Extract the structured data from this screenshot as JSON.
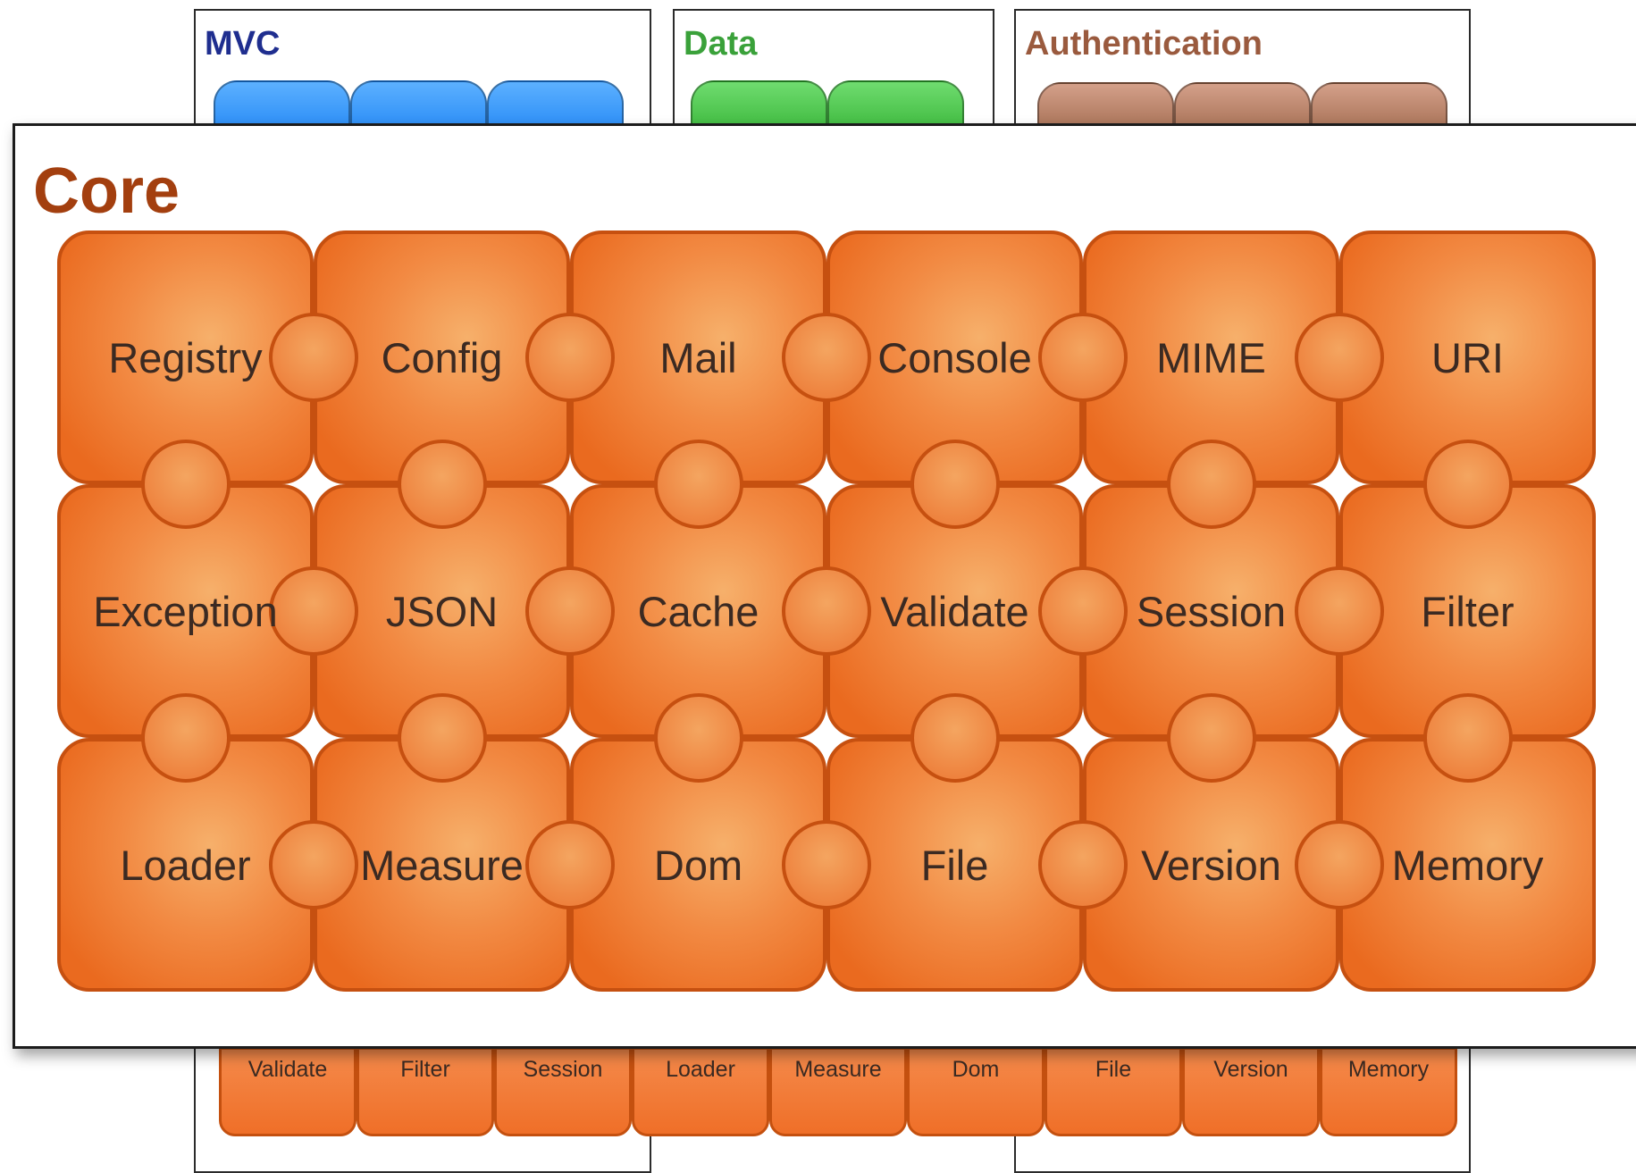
{
  "panels": {
    "mvc": {
      "title": "MVC",
      "color": "#1f2e8f"
    },
    "data": {
      "title": "Data",
      "color": "#3aa13a"
    },
    "authentication": {
      "title": "Authentication",
      "color": "#9a5a3e"
    }
  },
  "core": {
    "title": "Core",
    "rows": [
      [
        "Registry",
        "Config",
        "Mail",
        "Console",
        "MIME",
        "URI"
      ],
      [
        "Exception",
        "JSON",
        "Cache",
        "Validate",
        "Session",
        "Filter"
      ],
      [
        "Loader",
        "Measure",
        "Dom",
        "File",
        "Version",
        "Memory"
      ]
    ]
  },
  "background_core_strip": [
    "Validate",
    "Filter",
    "Session",
    "Loader",
    "Measure",
    "Dom",
    "File",
    "Version",
    "Memory"
  ]
}
